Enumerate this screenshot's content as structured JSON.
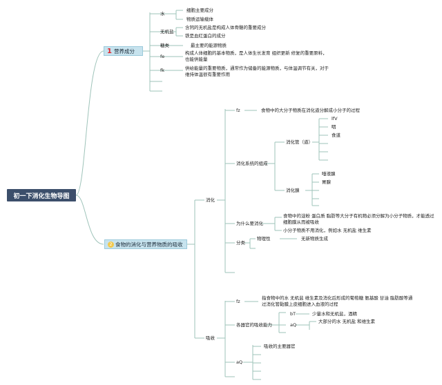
{
  "root": {
    "title": "初一下消化生物导图"
  },
  "section1": {
    "number": "1",
    "title": "营养成分",
    "items": {
      "water": "水",
      "water_c1": "细胞主要成分",
      "water_c2": "物质运输载体",
      "inorganic": "无机盐",
      "inorganic_c1": "含钙的无机盐是构成人体骨骼的重要成分",
      "inorganic_c2": "铁是血红蛋白的成分",
      "sugar": "糖类",
      "sugar_c1": "最主要的能源物质",
      "protein": "fe",
      "protein_c1": "构成人体细胞的基本物质，是人体生长发育 组织更新 修复的重要原料，也能供能量",
      "fat": "fk",
      "fat_c1": "供给能量的重要物质，通常作为储备的能源物质，与体温调节有关，对于维持体温很有重要作用"
    }
  },
  "section2": {
    "number": "2",
    "title": "食物的消化与营养物质的吸收",
    "digestion": {
      "label": "消化",
      "def": "fz",
      "def_c1": "食物中的大分子物质在消化道分解成小分子的过程",
      "system": "消化系统的组成",
      "tract": "消化管（道）",
      "tract_c1": "lfV",
      "tract_c2": "咽",
      "tract_c3": "食道",
      "gland": "消化腺",
      "gland_c1": "唾液腺",
      "gland_c2": "胃腺",
      "why": "为什么要消化",
      "why_c1": "食物中的淀粉 蛋白质 脂肪等大分子有机物必须分解为小分子物质，才能透过细胞膜从而被吸收",
      "why_c2": "小分子物质不用消化，例如水 无机盐 维生素",
      "classify": "分类",
      "physical": "物理性",
      "physical_c1": "无新物质生成"
    },
    "absorption": {
      "label": "吸收",
      "def": "fz",
      "def_c1": "指食物中的水 无机盐 维生素及消化后形成的葡萄糖 氨基酸 甘油 脂肪酸等通过消化管黏膜上皮细胞进入血液的过程",
      "organs": "各器官的吸收能力",
      "o1": "bT",
      "o1_c1": "少量水和无机盐，酒精",
      "o2": "aQ",
      "o2_c1": "大部分的水 无机盐 和维生素",
      "main": "aQ",
      "main_c1": "吸收的主要器官"
    }
  }
}
